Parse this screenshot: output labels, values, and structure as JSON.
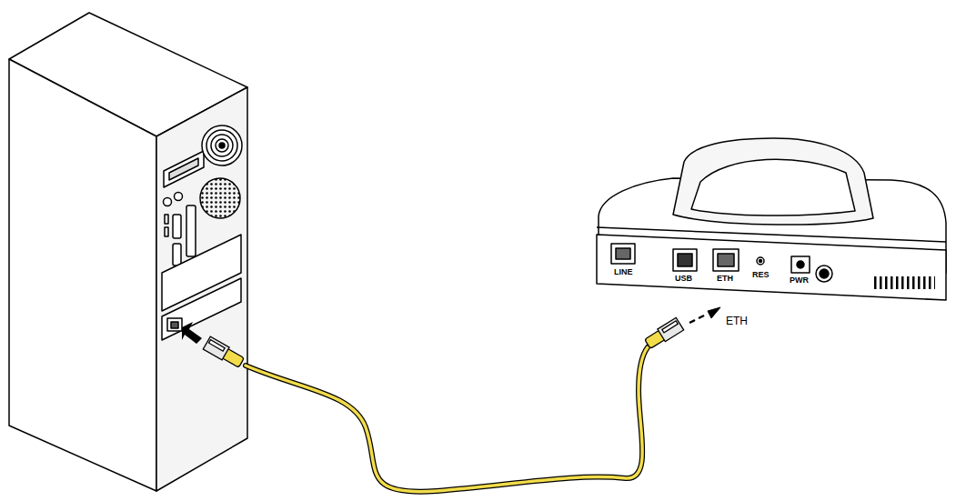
{
  "diagram": {
    "labels": [
      "LINE",
      "USB",
      "ETH",
      "RES",
      "PWR",
      "ETH"
    ]
  }
}
